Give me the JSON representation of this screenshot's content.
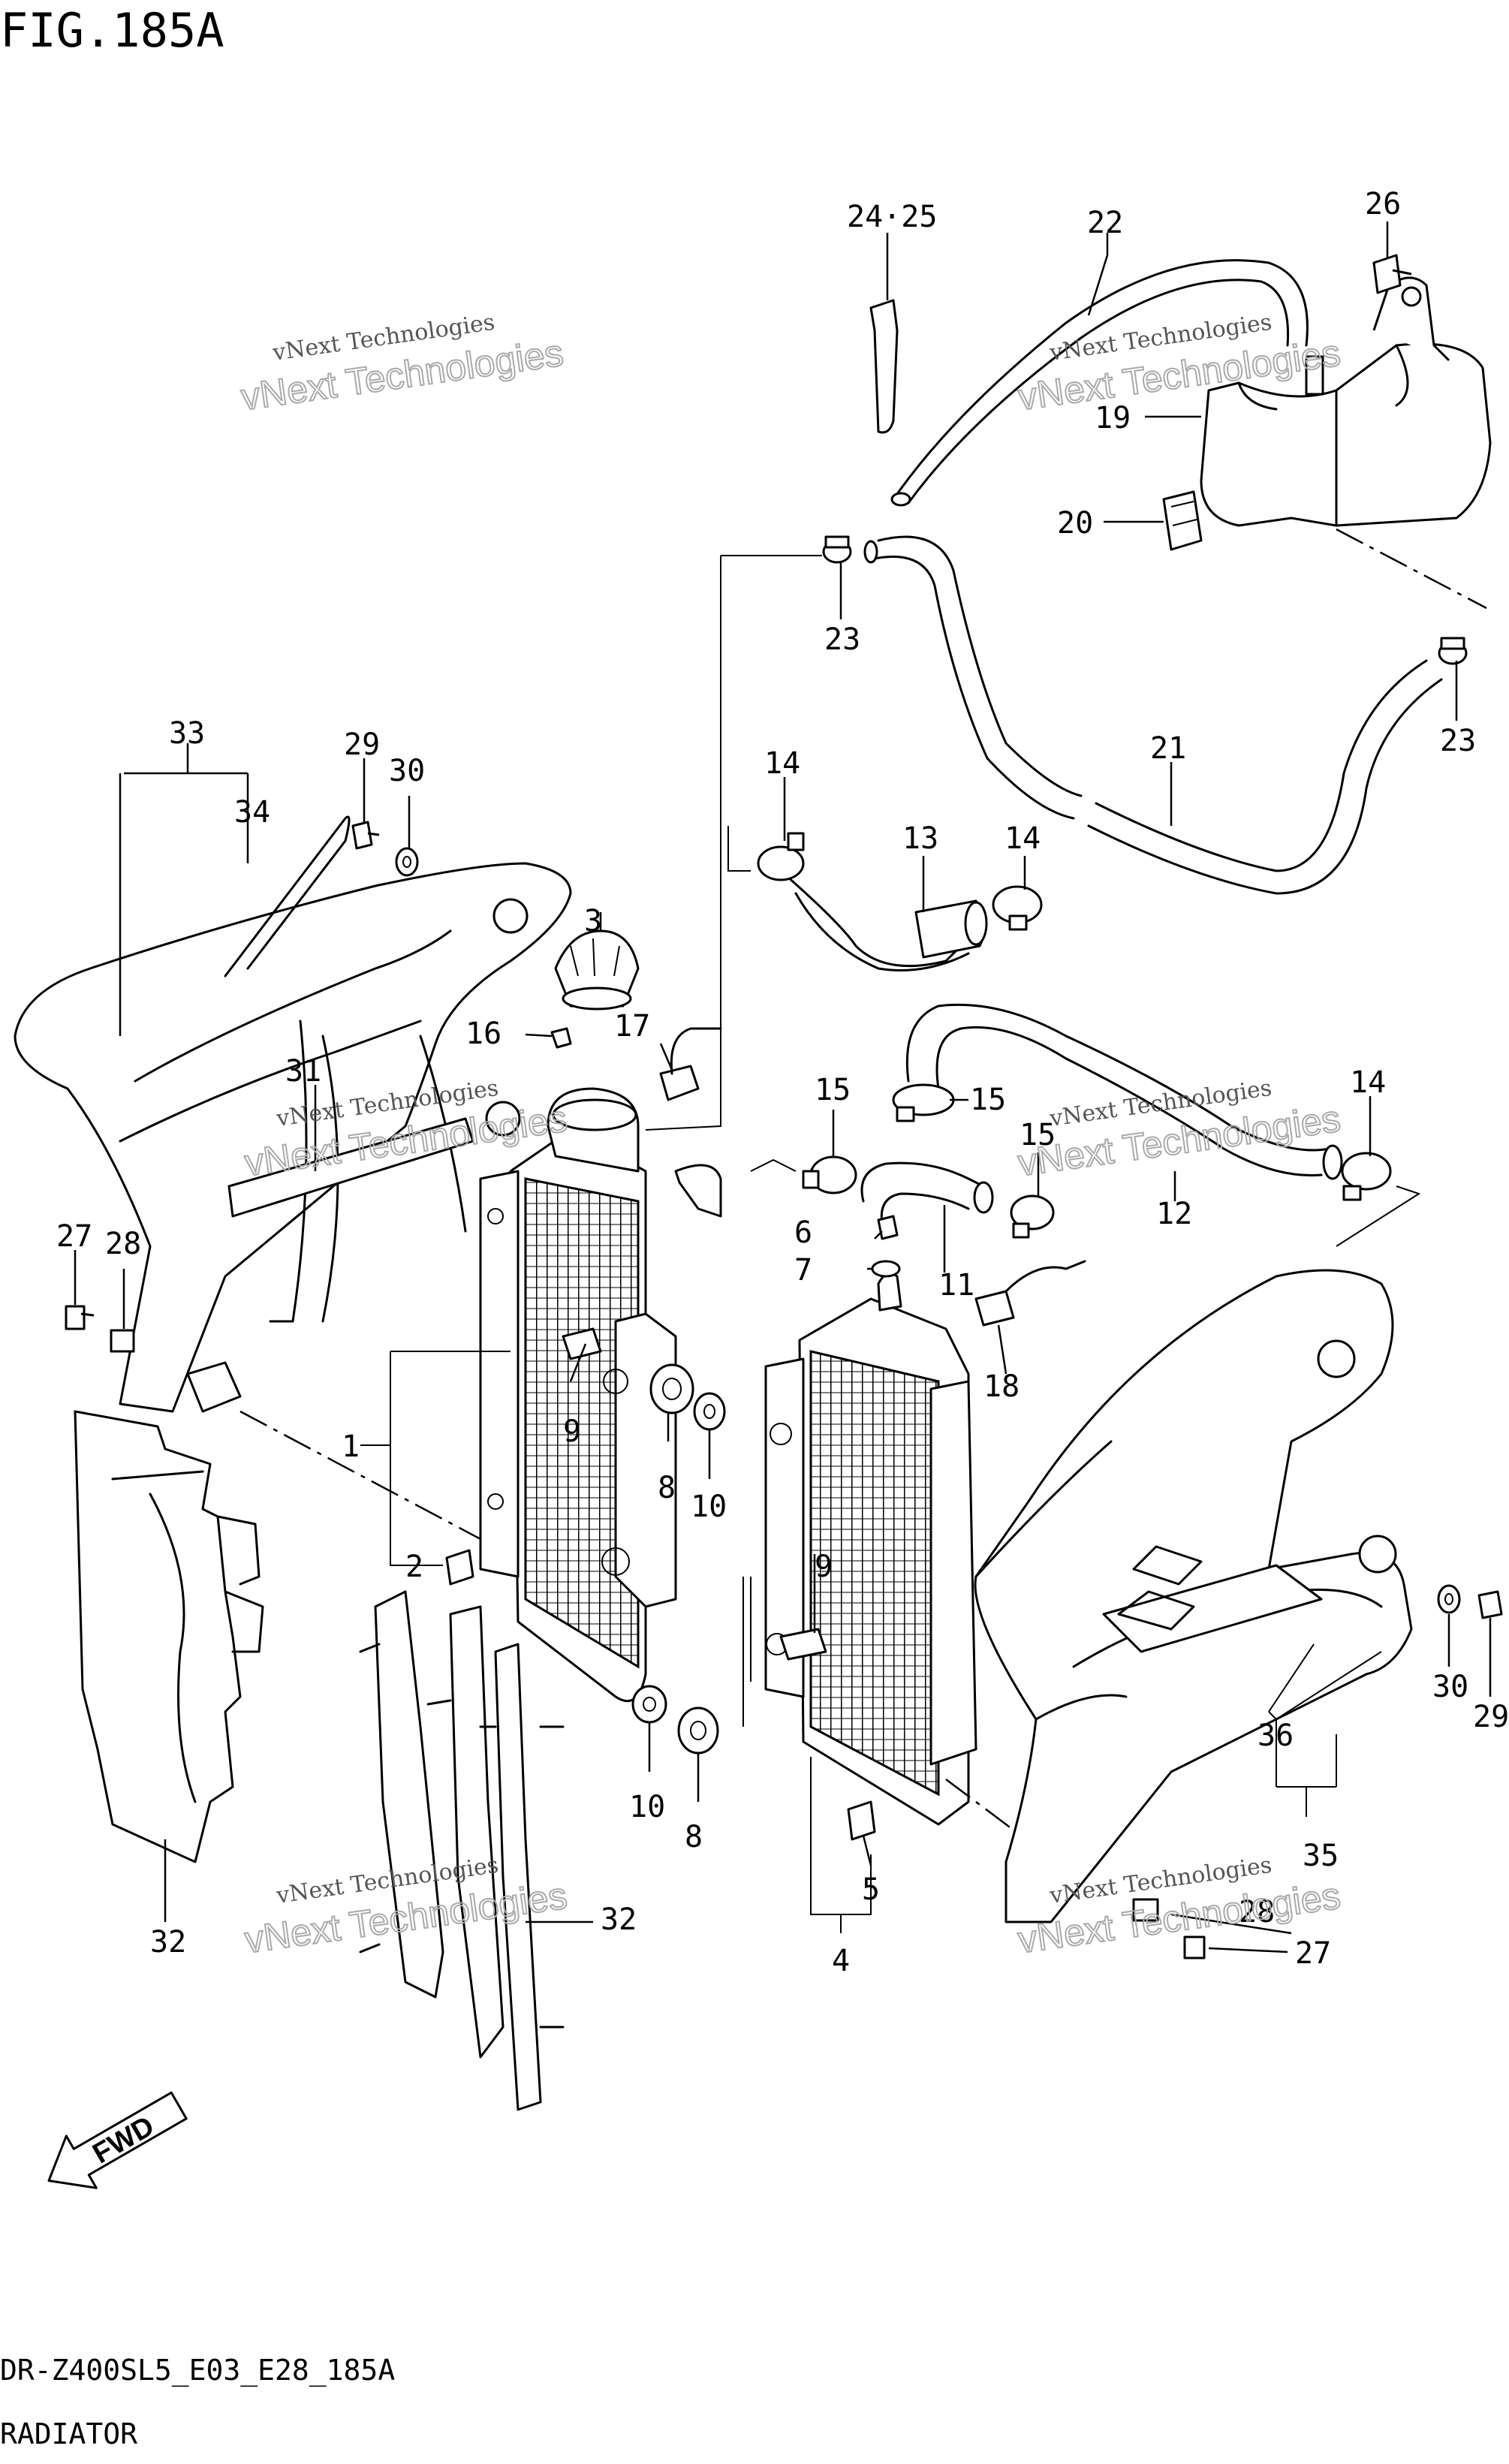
{
  "figure_title": "FIG.185A",
  "footer": {
    "code": "DR-Z400SL5_E03_E28_185A",
    "name": "RADIATOR"
  },
  "watermark": {
    "line1": "vNext Technologies",
    "line2": "vNext Technologies"
  },
  "fwd_label": "FWD",
  "callouts": {
    "c1": "1",
    "c2": "2",
    "c3": "3",
    "c4": "4",
    "c5": "5",
    "c6": "6",
    "c7": "7",
    "c8a": "8",
    "c8b": "8",
    "c9a": "9",
    "c9b": "9",
    "c10a": "10",
    "c10b": "10",
    "c11": "11",
    "c12": "12",
    "c13": "13",
    "c14a": "14",
    "c14b": "14",
    "c14c": "14",
    "c15a": "15",
    "c15b": "15",
    "c15c": "15",
    "c16": "16",
    "c17": "17",
    "c18": "18",
    "c19": "19",
    "c20": "20",
    "c21": "21",
    "c22": "22",
    "c23a": "23",
    "c23b": "23",
    "c2425": "24·25",
    "c26": "26",
    "c27a": "27",
    "c27b": "27",
    "c28a": "28",
    "c28b": "28",
    "c29a": "29",
    "c29b": "29",
    "c30a": "30",
    "c30b": "30",
    "c31": "31",
    "c32a": "32",
    "c32b": "32",
    "c33": "33",
    "c34": "34",
    "c35": "35",
    "c36": "36"
  }
}
